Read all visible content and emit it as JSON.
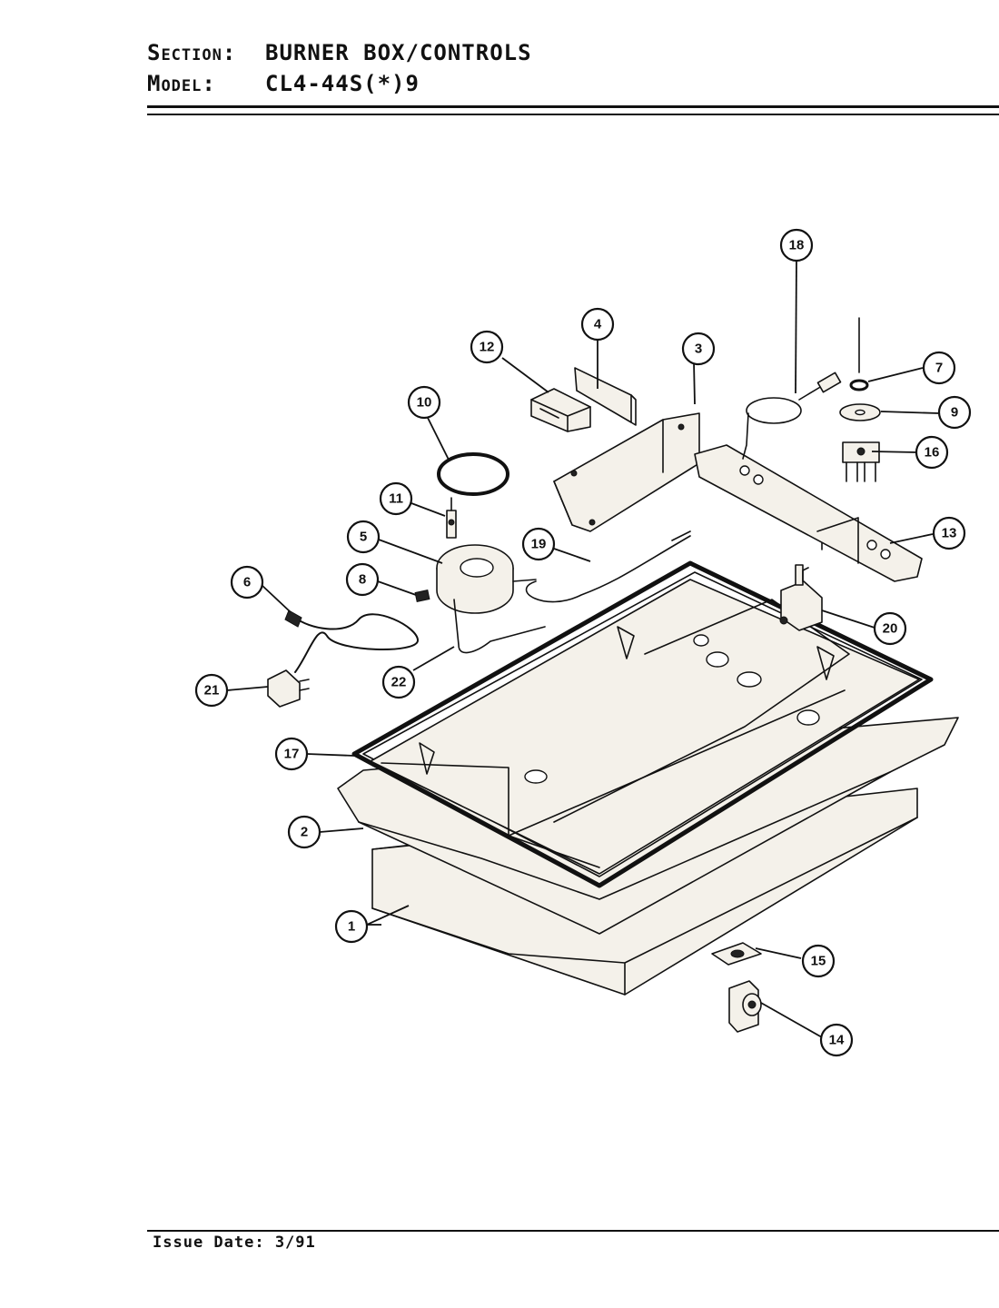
{
  "header": {
    "section_label": "Section:",
    "section_value": "BURNER BOX/CONTROLS",
    "model_label": "Model:",
    "model_value": "CL4-44S(*)9"
  },
  "footer": {
    "issue_date": "Issue Date: 3/91"
  },
  "callouts": [
    "1",
    "2",
    "3",
    "4",
    "5",
    "6",
    "7",
    "8",
    "9",
    "10",
    "11",
    "12",
    "13",
    "14",
    "15",
    "16",
    "17",
    "18",
    "19",
    "20",
    "21",
    "22"
  ]
}
